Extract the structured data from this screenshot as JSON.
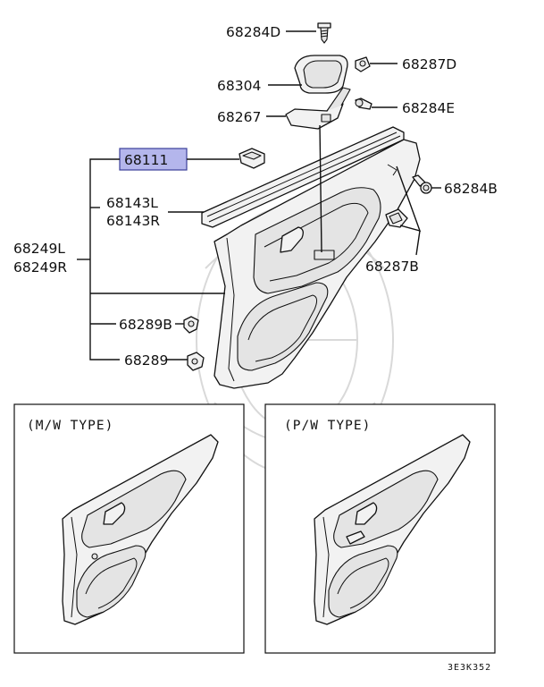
{
  "labels": {
    "p68284D": "68284D",
    "p68304": "68304",
    "p68287D": "68287D",
    "p68267": "68267",
    "p68284E": "68284E",
    "p68111": "68111",
    "p68284B": "68284B",
    "p68143L": "68143L",
    "p68143R": "68143R",
    "p68249L": "68249L",
    "p68249R": "68249R",
    "p68287B": "68287B",
    "p68289B": "68289B",
    "p68289": "68289"
  },
  "insets": {
    "mw": "(M/W TYPE)",
    "pw": "(P/W TYPE)"
  },
  "diagram_code": "3E3K352",
  "colors": {
    "highlight": "#b4b6ec",
    "line": "#111111"
  }
}
